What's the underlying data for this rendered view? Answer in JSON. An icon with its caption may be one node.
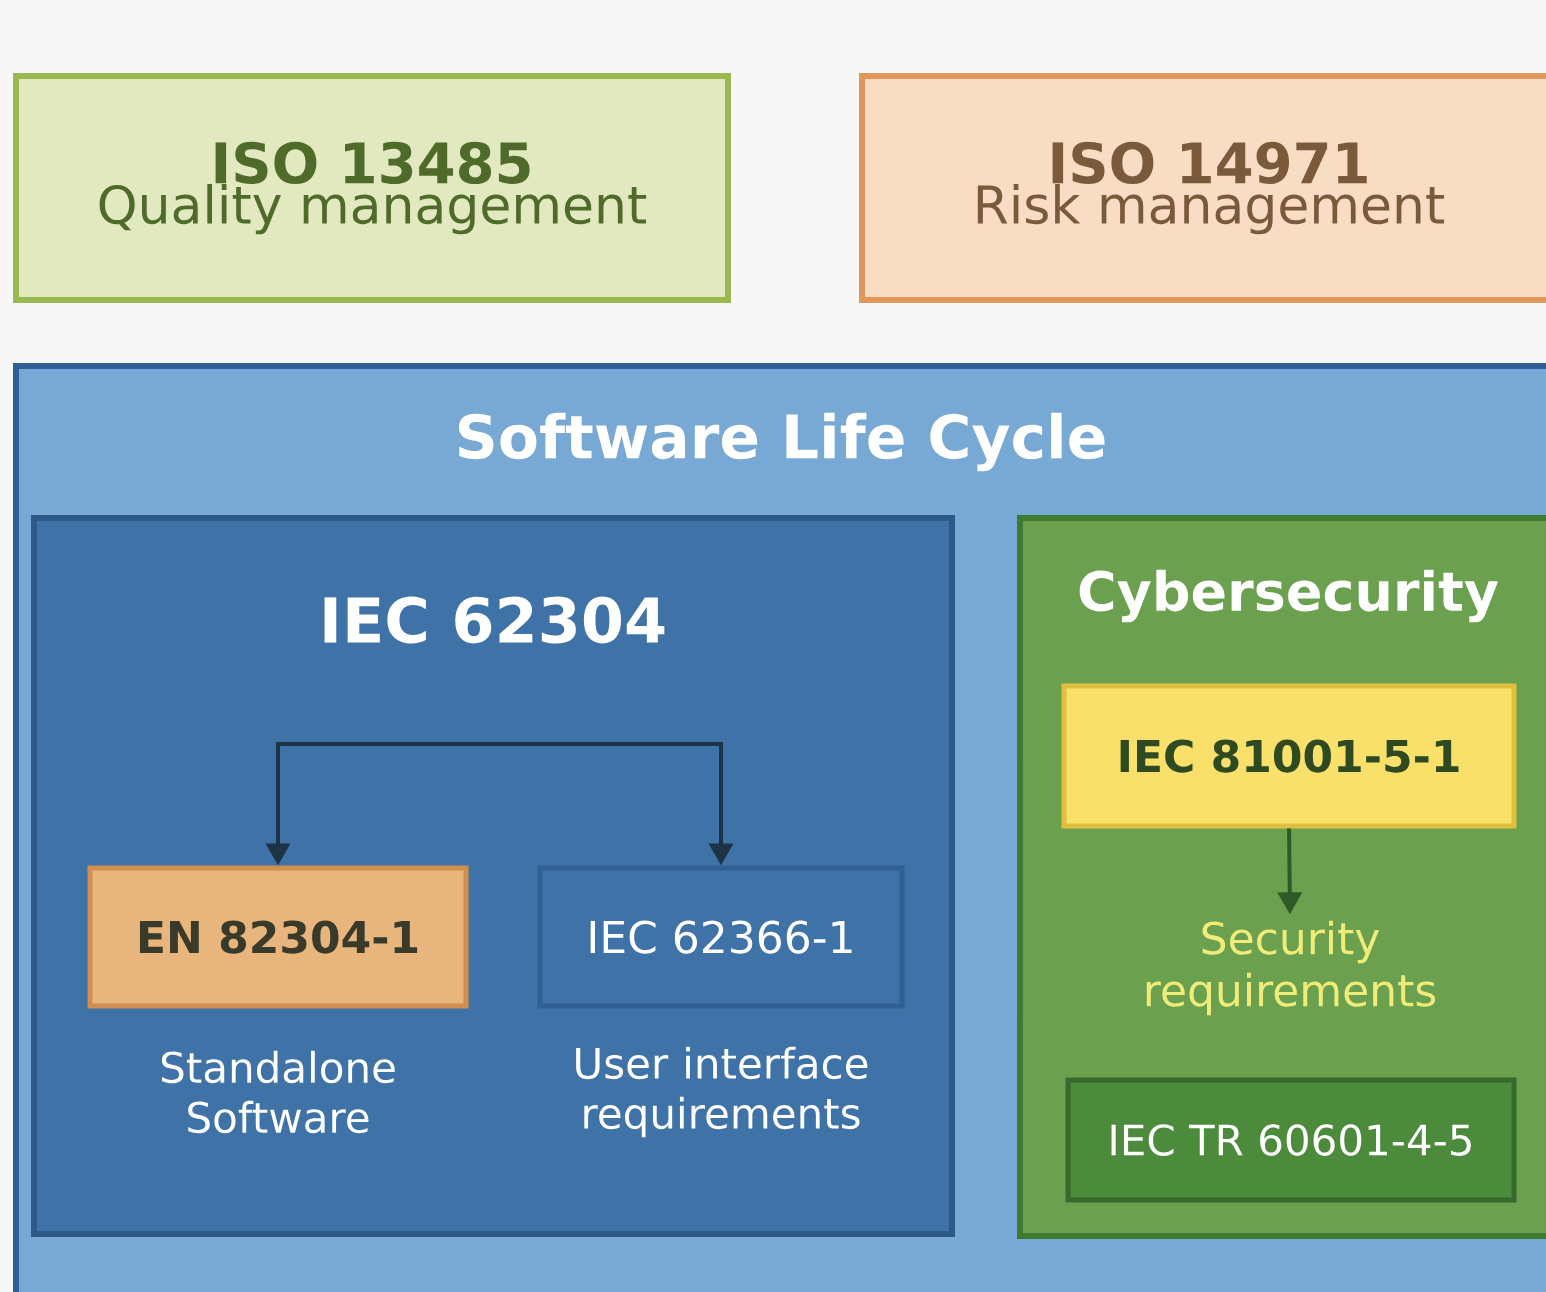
{
  "diagram": {
    "nodes": [
      {
        "text": [
          "ISO 13485",
          "Quality management"
        ]
      },
      {
        "text": [
          "ISO 14971",
          "Risk management"
        ]
      },
      {
        "text": [
          "Software Life Cycle"
        ]
      },
      {
        "text": [
          "IEC 62304"
        ],
        "in": 2
      },
      {
        "text": [
          "EN 82304-1"
        ],
        "in": 3,
        "beside": [
          "Standalone Software"
        ]
      },
      {
        "text": [
          "IEC 62366-1"
        ],
        "in": 3,
        "beside": [
          "User interface requirements"
        ]
      },
      {
        "text": [
          "Cybersecurity"
        ],
        "in": 2
      },
      {
        "text": [
          "IEC 81001-5-1"
        ],
        "in": 6
      },
      {
        "text": [
          "Security requirements"
        ],
        "in": 6
      },
      {
        "text": [
          "IEC TR 60601-4-5"
        ],
        "in": 6
      }
    ],
    "edges": [
      {
        "from": null,
        "to": 4,
        "arrow": "to"
      },
      {
        "from": null,
        "to": 5,
        "arrow": "to"
      },
      {
        "from": 7,
        "to": 8,
        "arrow": "to",
        "color": "#2f5a28"
      }
    ]
  }
}
